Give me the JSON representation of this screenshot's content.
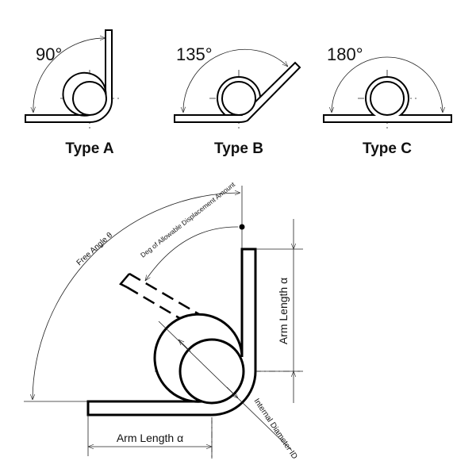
{
  "types": [
    {
      "angle": "90°",
      "label": "Type A"
    },
    {
      "angle": "135°",
      "label": "Type B"
    },
    {
      "angle": "180°",
      "label": "Type C"
    }
  ],
  "detail": {
    "free_angle": "Free Angle θ",
    "displacement": "Deg of Allowable Displacement Amount",
    "arm_length_vertical": "Arm Length α",
    "arm_length_horizontal": "Arm Length α",
    "internal_diameter": "Internal Diameter ID"
  }
}
